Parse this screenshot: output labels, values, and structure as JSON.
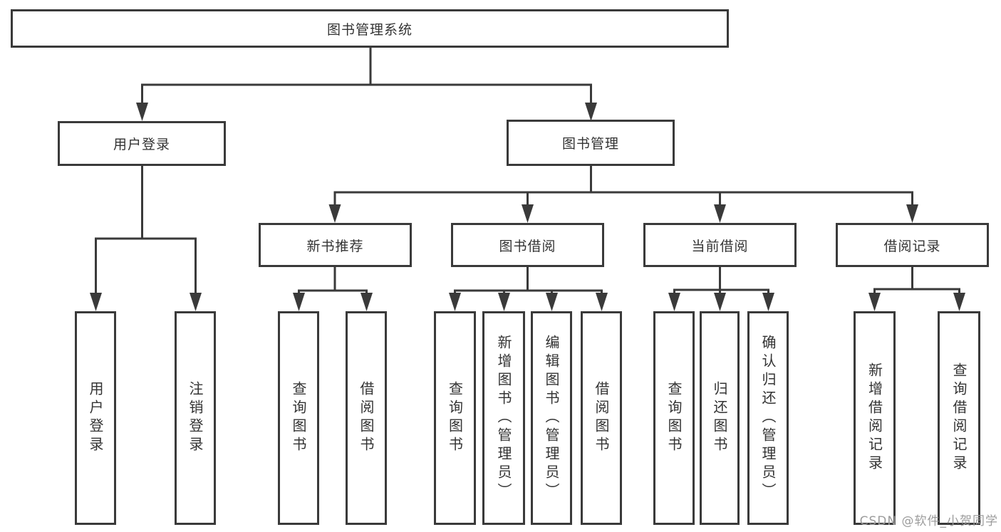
{
  "tree": {
    "root": {
      "label": "图书管理系统"
    },
    "user_login": {
      "label": "用户登录",
      "children": [
        {
          "label": "用户登录"
        },
        {
          "label": "注销登录"
        }
      ]
    },
    "book_management": {
      "label": "图书管理",
      "modules": [
        {
          "label": "新书推荐",
          "children": [
            {
              "label": "查询图书"
            },
            {
              "label": "借阅图书"
            }
          ]
        },
        {
          "label": "图书借阅",
          "children": [
            {
              "label": "查询图书"
            },
            {
              "label": "新增图书（管理员）"
            },
            {
              "label": "编辑图书（管理员）"
            },
            {
              "label": "借阅图书"
            }
          ]
        },
        {
          "label": "当前借阅",
          "children": [
            {
              "label": "查询图书"
            },
            {
              "label": "归还图书"
            },
            {
              "label": "确认归还（管理员）"
            }
          ]
        },
        {
          "label": "借阅记录",
          "children": [
            {
              "label": "新增借阅记录"
            },
            {
              "label": "查询借阅记录"
            }
          ]
        }
      ]
    }
  },
  "watermark": {
    "text": "CSDN @软件_小贺同学"
  },
  "colors": {
    "line": "#3a3a3a",
    "text": "#333333",
    "box_fill": "#ffffff",
    "watermark": "#9c9c9c",
    "background": "#ffffff"
  }
}
